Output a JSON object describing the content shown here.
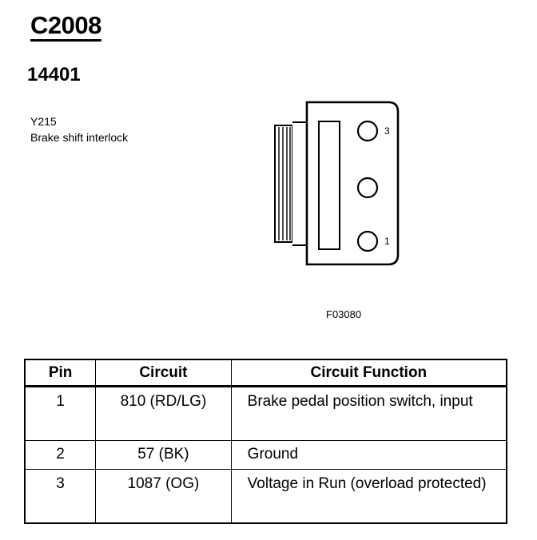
{
  "header": {
    "connector_id": "C2008",
    "part_number": "14401"
  },
  "description": {
    "code": "Y215",
    "text": "Brake shift interlock"
  },
  "diagram": {
    "figure_code": "F03080",
    "pin_labels": [
      "3",
      "1"
    ]
  },
  "table": {
    "headers": {
      "pin": "Pin",
      "circuit": "Circuit",
      "function": "Circuit Function"
    },
    "rows": [
      {
        "pin": "1",
        "circuit": "810 (RD/LG)",
        "function": "Brake pedal position switch, input"
      },
      {
        "pin": "2",
        "circuit": "57 (BK)",
        "function": "Ground"
      },
      {
        "pin": "3",
        "circuit": "1087 (OG)",
        "function": "Voltage in Run (overload protected)"
      }
    ]
  }
}
